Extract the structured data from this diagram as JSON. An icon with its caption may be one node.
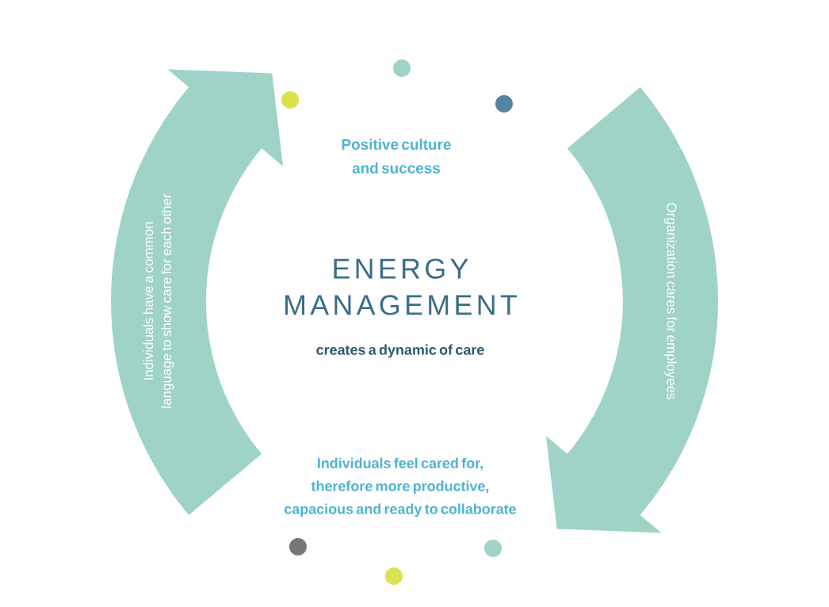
{
  "diagram": {
    "title": "ENERGY MANAGEMENT",
    "nodes": [
      {
        "text": [
          "Individuals have a common language to show care for each other"
        ]
      },
      {
        "text": [
          "Organization cares for employees"
        ]
      }
    ],
    "labels": [
      "Positive culture and success",
      "creates a dynamic of care",
      "Individuals feel cared for, therefore more productive, capacious and ready to collaborate"
    ]
  }
}
